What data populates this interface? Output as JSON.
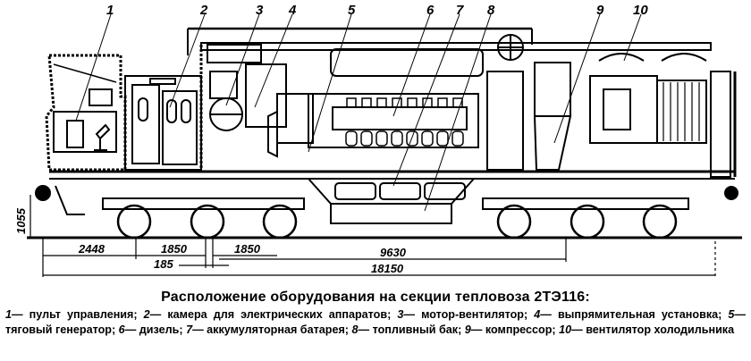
{
  "figure": {
    "title": "Расположение оборудования на секции тепловоза 2ТЭ116:",
    "callouts": [
      "1",
      "2",
      "3",
      "4",
      "5",
      "6",
      "7",
      "8",
      "9",
      "10"
    ],
    "dimensions": {
      "height_1055": "1055",
      "d_2448": "2448",
      "d_1850_a": "1850",
      "d_1850_b": "1850",
      "d_185": "185",
      "d_9630": "9630",
      "d_18150": "18150"
    },
    "legend": [
      {
        "num": "1",
        "sep": "—",
        "text": "пульт управления;"
      },
      {
        "num": "2",
        "sep": "—",
        "text": "камера для электрических аппаратов;"
      },
      {
        "num": "3",
        "sep": "—",
        "text": "мотор-вентилятор;"
      },
      {
        "num": "4",
        "sep": "—",
        "text": "выпрямительная установка;"
      },
      {
        "num": "5",
        "sep": "—",
        "text": "тяговый генератор;"
      },
      {
        "num": "6",
        "sep": "—",
        "text": "дизель;"
      },
      {
        "num": "7",
        "sep": "—",
        "text": "аккумуляторная батарея;"
      },
      {
        "num": "8",
        "sep": "—",
        "text": "топливный бак;"
      },
      {
        "num": "9",
        "sep": "—",
        "text": "компрессор;"
      },
      {
        "num": "10",
        "sep": "—",
        "text": "вентилятор холодильника"
      }
    ]
  }
}
